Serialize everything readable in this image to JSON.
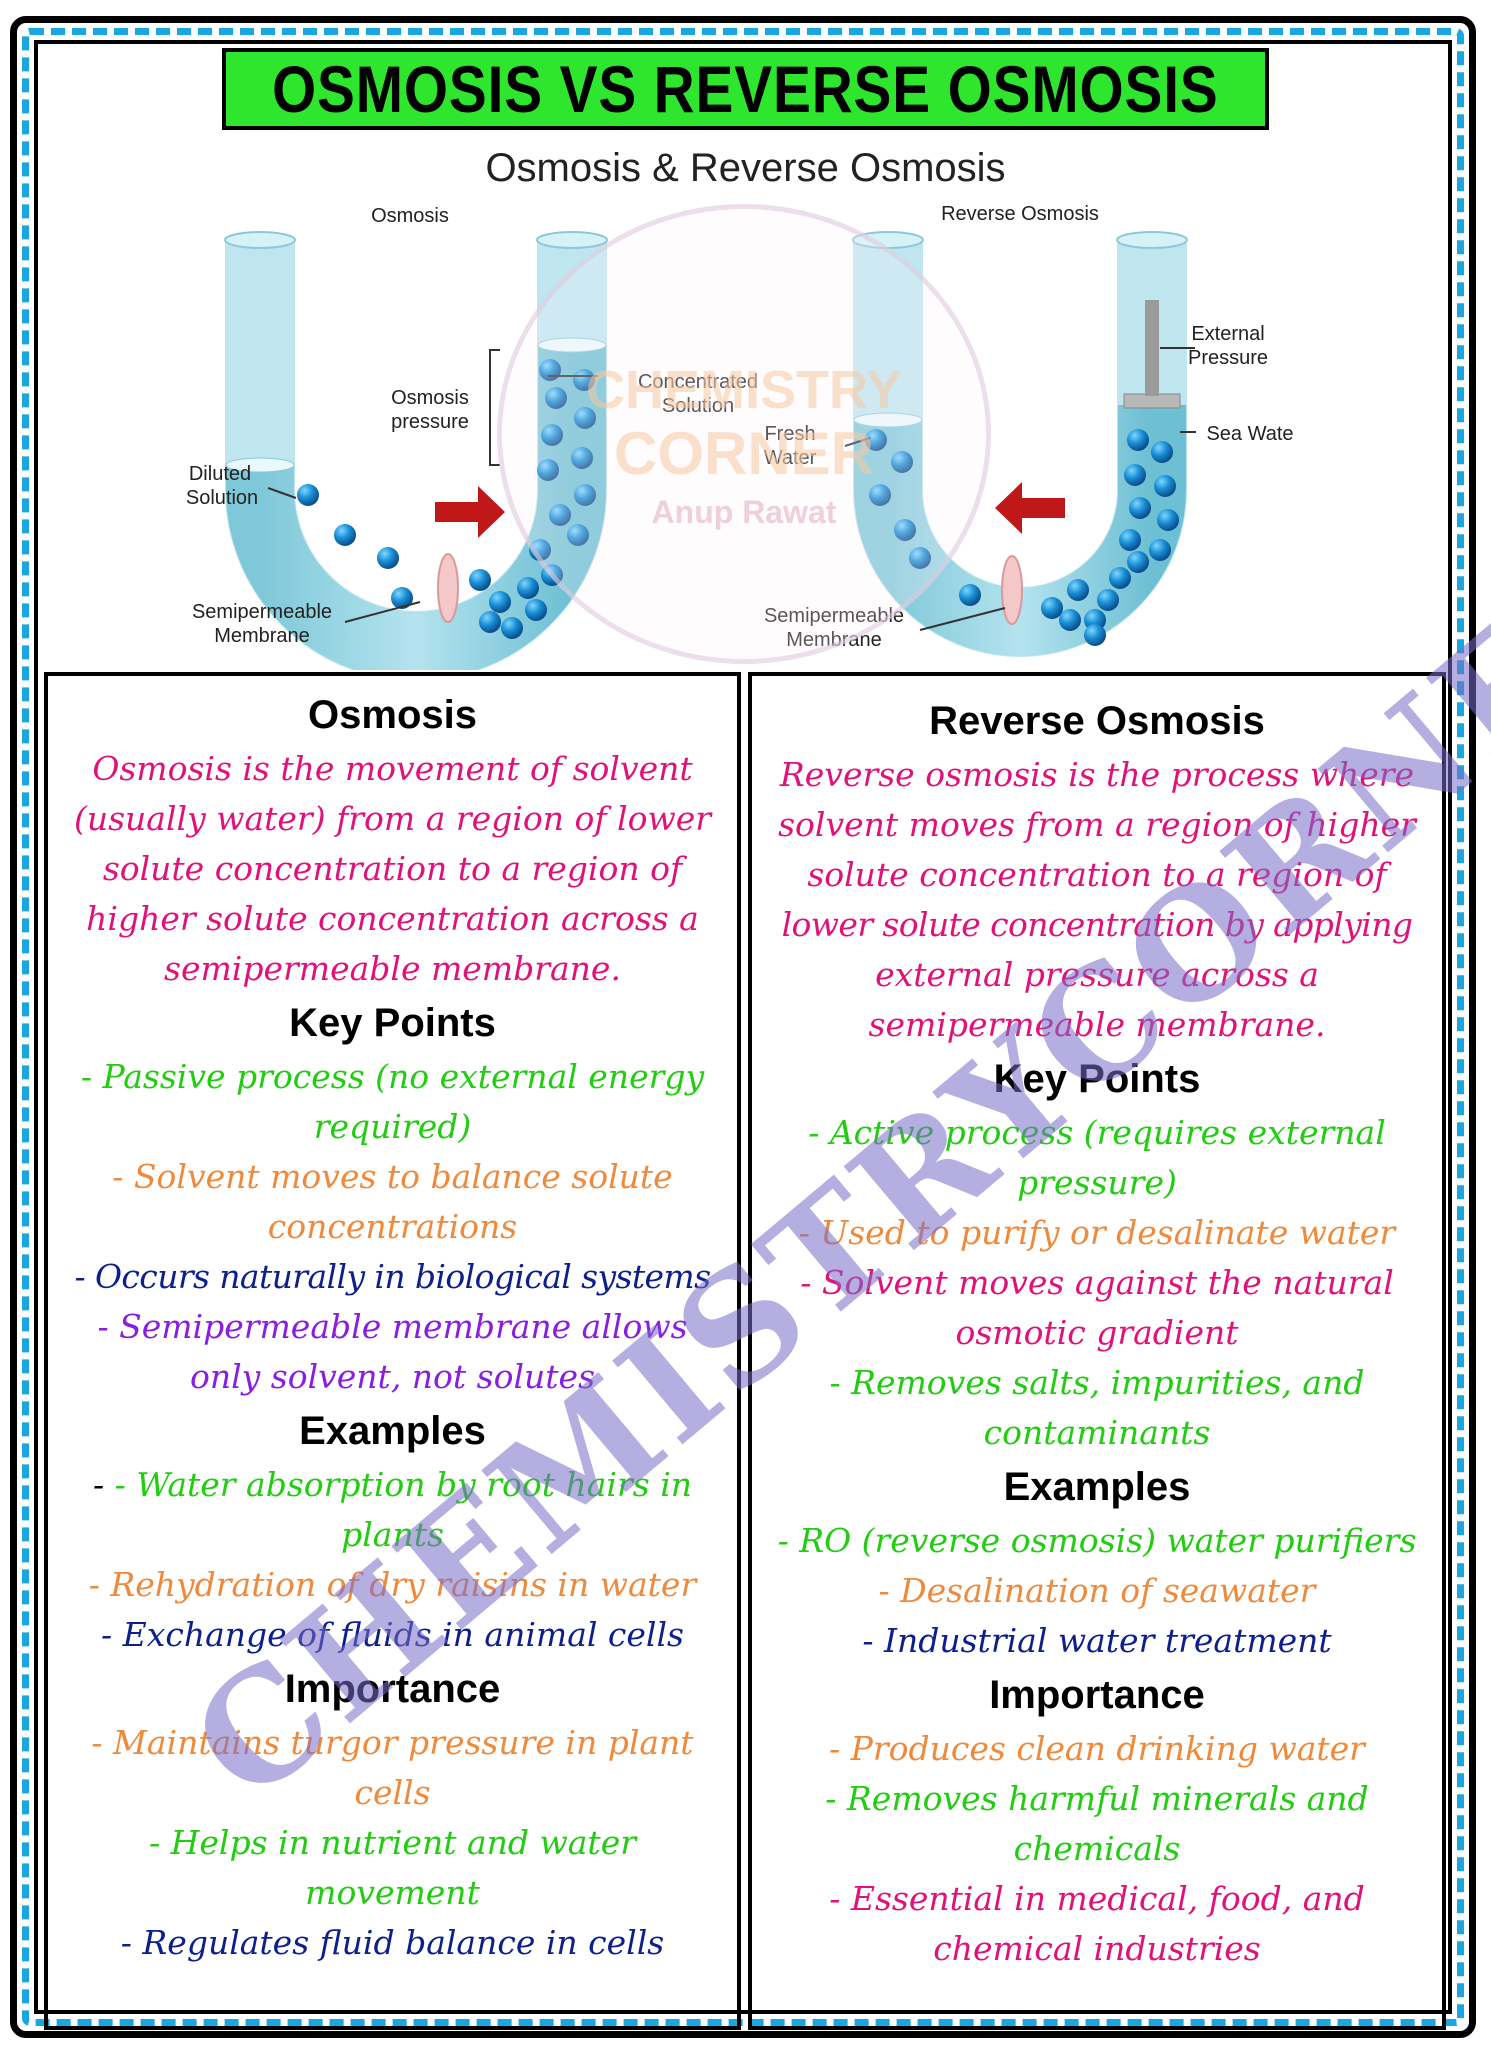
{
  "title": "OSMOSIS VS REVERSE OSMOSIS",
  "diagram": {
    "title": "Osmosis & Reverse Osmosis",
    "left": {
      "label": "Osmosis",
      "osmosis_pressure": [
        "Osmosis",
        "pressure"
      ],
      "concentrated_solution": [
        "Concentrated",
        "Solution"
      ],
      "diluted_solution": [
        "Diluted",
        "Solution"
      ],
      "membrane": [
        "Semipermeable",
        "Membrane"
      ]
    },
    "right": {
      "label": "Reverse Osmosis",
      "external_pressure": [
        "External",
        "Pressure"
      ],
      "sea_water": "Sea Wate",
      "fresh_water": [
        "Fresh",
        "Water"
      ],
      "membrane": [
        "Semipermeable",
        "Membrane"
      ]
    },
    "logo_text": [
      "CHEMISTRY",
      "CORNER",
      "Anup Rawat"
    ]
  },
  "watermark": "CHEMISTRYCORNER",
  "osmosis": {
    "heading": "Osmosis",
    "definition": [
      "Osmosis is the movement of solvent",
      "(usually water) from a region of lower",
      "solute concentration to a region of",
      "higher solute concentration across a",
      "semipermeable membrane."
    ],
    "key_points_heading": "Key Points",
    "key_points": [
      [
        "- Passive process (no external energy",
        "required)"
      ],
      [
        "- Solvent moves to balance solute",
        "concentrations"
      ],
      [
        "- Occurs naturally in biological systems"
      ],
      [
        "- Semipermeable membrane allows",
        "only solvent, not solutes"
      ]
    ],
    "examples_heading": "Examples",
    "examples": [
      [
        "- Water absorption by root hairs in",
        "plants"
      ],
      [
        "- Rehydration of dry raisins in water"
      ],
      [
        "- Exchange of fluids in animal cells"
      ]
    ],
    "importance_heading": "Importance",
    "importance": [
      [
        "- Maintains turgor pressure in plant",
        "cells"
      ],
      [
        "- Helps in nutrient and water",
        "movement"
      ],
      [
        "- Regulates fluid balance in cells"
      ]
    ]
  },
  "reverse_osmosis": {
    "heading": "Reverse Osmosis",
    "definition": [
      "Reverse osmosis is the process where",
      "solvent moves from a region of higher",
      "solute concentration to a region of",
      "lower solute concentration by applying",
      "external pressure across a",
      "semipermeable membrane."
    ],
    "key_points_heading": "Key Points",
    "key_points": [
      [
        "- Active process (requires external",
        "pressure)"
      ],
      [
        "- Used to purify or desalinate water"
      ],
      [
        "- Solvent moves against the natural",
        "osmotic gradient"
      ],
      [
        "- Removes salts, impurities, and",
        "contaminants"
      ]
    ],
    "examples_heading": "Examples",
    "examples": [
      [
        "- RO (reverse osmosis) water purifiers"
      ],
      [
        "- Desalination of seawater"
      ],
      [
        "- Industrial water treatment"
      ]
    ],
    "importance_heading": "Importance",
    "importance": [
      [
        "- Produces clean drinking water"
      ],
      [
        "- Removes harmful minerals and",
        "chemicals"
      ],
      [
        "- Essential in medical, food, and",
        "chemical industries"
      ]
    ]
  },
  "colors": {
    "title_bg": "#2ee62e",
    "frame_dash": "#1aa6e0",
    "definition": "#e0127a",
    "green": "#22cc11",
    "orange": "#ef8a3c",
    "navy": "#0d1f8c",
    "purple": "#8a1de0",
    "magenta": "#e0127a",
    "arrow": "#c01818",
    "tube": "#9fd9e6"
  }
}
